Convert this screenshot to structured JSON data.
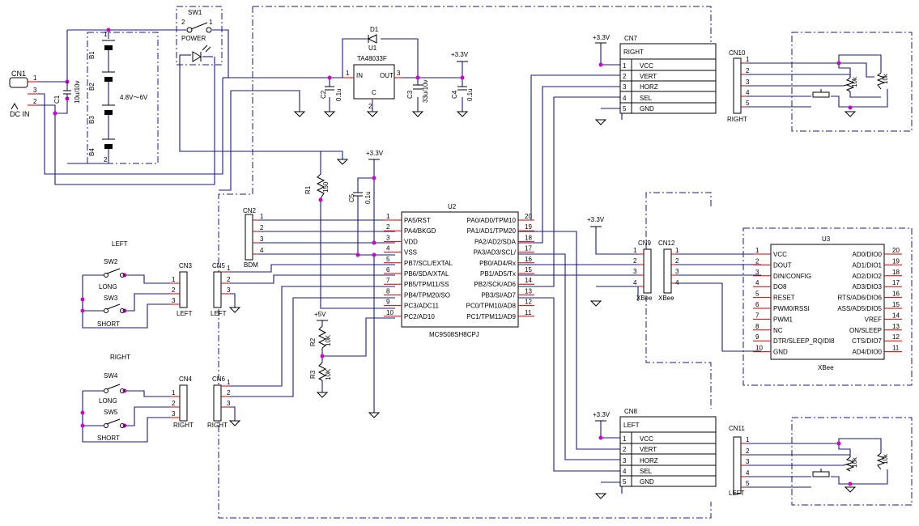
{
  "sw1": {
    "ref": "SW1",
    "name": "POWER",
    "pin2": "2",
    "pin1": "1"
  },
  "d1": {
    "ref": "D1"
  },
  "u1": {
    "ref": "U1",
    "part": "TA48033F",
    "in": "IN",
    "out": "OUT",
    "c": "C",
    "p1": "1",
    "p2": "2",
    "p3": "3"
  },
  "rail33": "+3.3V",
  "rail5": "+5V",
  "c1": {
    "ref": "C1",
    "val": "10u/10v"
  },
  "c2": {
    "ref": "C2",
    "val": "0.1u"
  },
  "c3": {
    "ref": "C3",
    "val": "33u/10v"
  },
  "c4": {
    "ref": "C4",
    "val": "0.1u"
  },
  "c5": {
    "ref": "C5",
    "val": "0.1u"
  },
  "r1": {
    "ref": "R1",
    "val": "150"
  },
  "r2": {
    "ref": "R2",
    "val": "10K"
  },
  "r3": {
    "ref": "R3",
    "val": "10K"
  },
  "cn1": {
    "ref": "CN1",
    "label": "DC IN",
    "p1": "1",
    "p2": "2",
    "p3": "3"
  },
  "batteries": {
    "b1": "B1",
    "b2": "B2",
    "b3": "B3",
    "b4": "B4",
    "p1": "1",
    "p2": "2",
    "voltage": "4.8V～6V"
  },
  "cn2": {
    "ref": "CN2",
    "name": "BDM",
    "pins": [
      "1",
      "2",
      "3",
      "4"
    ]
  },
  "cn7": {
    "ref": "CN7",
    "title": "RIGHT",
    "pins": [
      "1",
      "2",
      "3",
      "4",
      "5"
    ],
    "labels": [
      "VCC",
      "VERT",
      "HORZ",
      "SEL",
      "GND"
    ]
  },
  "cn8": {
    "ref": "CN8",
    "title": "LEFT",
    "pins": [
      "1",
      "2",
      "3",
      "4",
      "5"
    ],
    "labels": [
      "VCC",
      "VERT",
      "HORZ",
      "SEL",
      "GND"
    ]
  },
  "cn10": {
    "ref": "CN10",
    "name": "RIGHT",
    "pins": [
      "1",
      "2",
      "3",
      "4",
      "5"
    ],
    "pot": "10k"
  },
  "cn11": {
    "ref": "CN11",
    "name": "LEFT",
    "pins": [
      "1",
      "2",
      "3",
      "4",
      "5"
    ],
    "pot": "10k"
  },
  "left_section": "LEFT",
  "right_section": "RIGHT",
  "sw2": {
    "ref": "SW2",
    "name": "LONG"
  },
  "sw3": {
    "ref": "SW3",
    "name": "SHORT"
  },
  "sw4": {
    "ref": "SW4",
    "name": "LONG"
  },
  "sw5": {
    "ref": "SW5",
    "name": "SHORT"
  },
  "cn3": {
    "ref": "CN3",
    "name": "LEFT",
    "pins": [
      "1",
      "2",
      "3"
    ]
  },
  "cn4": {
    "ref": "CN4",
    "name": "RIGHT",
    "pins": [
      "1",
      "2",
      "3"
    ]
  },
  "cn5": {
    "ref": "CN5",
    "name": "LEFT",
    "pins": [
      "1",
      "2",
      "3"
    ]
  },
  "cn6": {
    "ref": "CN6",
    "name": "RIGHT",
    "pins": [
      "1",
      "2",
      "3"
    ]
  },
  "u2": {
    "ref": "U2",
    "part": "MC9S08SH8CPJ",
    "left": [
      {
        "n": "1",
        "l": "PA5/RST"
      },
      {
        "n": "2",
        "l": "PA4/BKGD"
      },
      {
        "n": "3",
        "l": "VDD"
      },
      {
        "n": "4",
        "l": "VSS"
      },
      {
        "n": "5",
        "l": "PB7/SCL/EXTAL"
      },
      {
        "n": "6",
        "l": "PB6/SDA/XTAL"
      },
      {
        "n": "7",
        "l": "PB5/TPM11/SS"
      },
      {
        "n": "8",
        "l": "PB4/TPM20/SO"
      },
      {
        "n": "9",
        "l": "PC3/ADC11"
      },
      {
        "n": "10",
        "l": "PC2/AD10"
      }
    ],
    "right": [
      {
        "n": "20",
        "l": "PA0/AD0/TPM10"
      },
      {
        "n": "19",
        "l": "PA1/AD1/TPM20"
      },
      {
        "n": "18",
        "l": "PA2/AD2/SDA"
      },
      {
        "n": "17",
        "l": "PA3/AD3/SCL/"
      },
      {
        "n": "16",
        "l": "PB0/AD4/Rx"
      },
      {
        "n": "15",
        "l": "PB1/AD5/Tx"
      },
      {
        "n": "14",
        "l": "PB2/SCK/AD6"
      },
      {
        "n": "13",
        "l": "PB3/SI/AD7"
      },
      {
        "n": "12",
        "l": "PC0/TPM10/AD8"
      },
      {
        "n": "11",
        "l": "PC1/TPM11/AD9"
      }
    ]
  },
  "cn9": {
    "ref": "CN9",
    "name": "XBee",
    "pins": [
      "1",
      "2",
      "3",
      "4"
    ]
  },
  "cn12": {
    "ref": "CN12",
    "name": "XBee",
    "pins": [
      "1",
      "2",
      "3",
      "4"
    ]
  },
  "u3": {
    "ref": "U3",
    "name": "XBee",
    "left": [
      {
        "n": "1",
        "l": "VCC"
      },
      {
        "n": "2",
        "l": "DOUT"
      },
      {
        "n": "3",
        "l": "DIN/CONFIG"
      },
      {
        "n": "4",
        "l": "DO8"
      },
      {
        "n": "5",
        "l": "RESET"
      },
      {
        "n": "6",
        "l": "PWM0/RSSI"
      },
      {
        "n": "7",
        "l": "PWM1"
      },
      {
        "n": "8",
        "l": "NC"
      },
      {
        "n": "9",
        "l": "DTR/SLEEP_RQ/DI8"
      },
      {
        "n": "10",
        "l": "GND"
      }
    ],
    "right": [
      {
        "n": "20",
        "l": "AD0/DIO0"
      },
      {
        "n": "19",
        "l": "AD1/DIO1"
      },
      {
        "n": "18",
        "l": "AD2/DIO2"
      },
      {
        "n": "17",
        "l": "AD3/DIO3"
      },
      {
        "n": "16",
        "l": "RTS/AD6/DIO6"
      },
      {
        "n": "15",
        "l": "ASS/AD5/DIO5"
      },
      {
        "n": "14",
        "l": "VREF"
      },
      {
        "n": "13",
        "l": "ON/SLEEP"
      },
      {
        "n": "12",
        "l": "CTS/DIO7"
      },
      {
        "n": "11",
        "l": "AD4/DIO0"
      }
    ]
  }
}
